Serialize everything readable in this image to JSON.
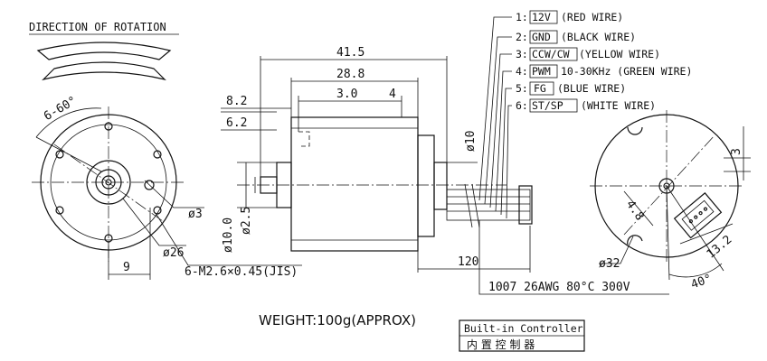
{
  "drawing": {
    "rotation_label": "DIRECTION OF ROTATION",
    "angle_label": "6-60°",
    "front_view": {
      "hole_dia": "ø3",
      "body_dia": "ø26",
      "offset": "9",
      "thread": "6-M2.6×0.45(JIS)"
    },
    "side_view": {
      "len_total": "41.5",
      "len_body": "28.8",
      "len_3": "3.0",
      "len_4": "4",
      "len_8_2": "8.2",
      "len_6_2": "6.2",
      "dia_10": "ø10.0",
      "dia_2_5": "ø2.5",
      "dia_10_right": "ø10",
      "cable_len": "120",
      "cable_spec": "1007 26AWG 80°C 300V"
    },
    "wires": [
      {
        "num": "1:",
        "code": "12V",
        "desc": "(RED WIRE)"
      },
      {
        "num": "2:",
        "code": "GND",
        "desc": "(BLACK WIRE)"
      },
      {
        "num": "3:",
        "code": "CCW/CW",
        "desc": "(YELLOW WIRE)"
      },
      {
        "num": "4:",
        "code": "PWM",
        "desc": "10-30KHz (GREEN WIRE)"
      },
      {
        "num": "5:",
        "code": "FG",
        "desc": "(BLUE WIRE)"
      },
      {
        "num": "6:",
        "code": "ST/SP",
        "desc": "(WHITE WIRE)"
      }
    ],
    "rear_view": {
      "dim_3": "3",
      "dim_4_8": "4.8",
      "dim_13_2": "13.2",
      "dia_32": "ø32",
      "angle_40": "40°"
    },
    "weight": "WEIGHT:100g(APPROX)",
    "controller_en": "Built-in Controller",
    "controller_cn": "内 置 控 制 器"
  },
  "colors": {
    "ink": "#111111",
    "paper": "#ffffff"
  }
}
